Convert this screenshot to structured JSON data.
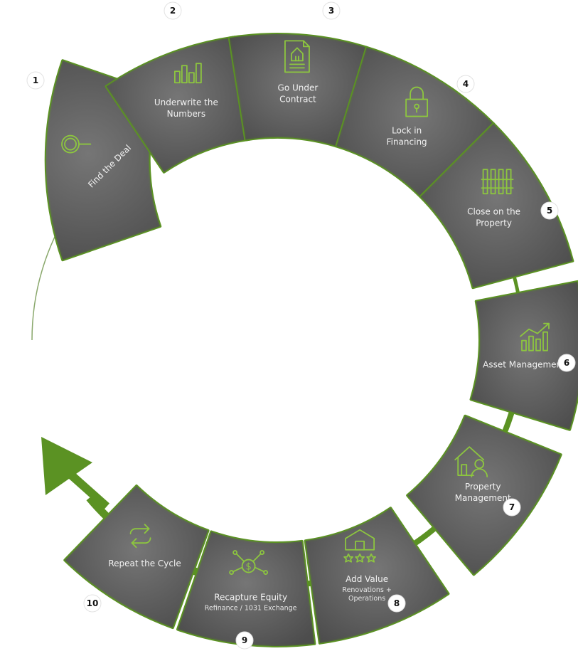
{
  "colors": {
    "accent": "#5b9223",
    "accent_dark": "#3f6f1a",
    "icon": "#8dc63f",
    "panel_fill": "#5e5e5e",
    "panel_text": "#f2f2f2"
  },
  "steps": [
    {
      "number": "1",
      "lines": [
        "Find the Deal"
      ],
      "icon": "magnifier-icon"
    },
    {
      "number": "2",
      "lines": [
        "Underwrite the",
        "Numbers"
      ],
      "icon": "bar-chart-icon"
    },
    {
      "number": "3",
      "lines": [
        "Go Under",
        "Contract"
      ],
      "icon": "contract-document-icon"
    },
    {
      "number": "4",
      "lines": [
        "Lock in",
        "Financing"
      ],
      "icon": "padlock-icon"
    },
    {
      "number": "5",
      "lines": [
        "Close on the",
        "Property"
      ],
      "icon": "building-facade-icon"
    },
    {
      "number": "6",
      "lines": [
        "Asset Management"
      ],
      "icon": "growth-chart-icon"
    },
    {
      "number": "7",
      "lines": [
        "Property",
        "Management"
      ],
      "icon": "house-manager-icon"
    },
    {
      "number": "8",
      "lines": [
        "Add Value"
      ],
      "sub": [
        "Renovations +",
        "Operations"
      ],
      "icon": "house-stars-icon"
    },
    {
      "number": "9",
      "lines": [
        "Recapture Equity"
      ],
      "sub": [
        "Refinance / 1031 Exchange"
      ],
      "icon": "dollar-network-icon"
    },
    {
      "number": "10",
      "lines": [
        "Repeat the Cycle"
      ],
      "icon": "repeat-arrows-icon"
    }
  ]
}
